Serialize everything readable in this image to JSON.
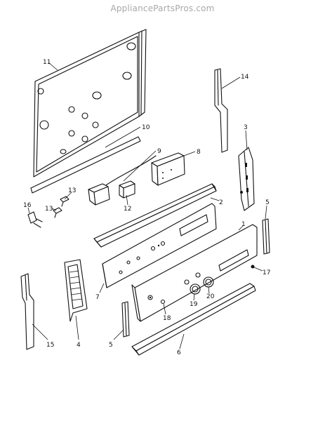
{
  "watermark": "AppliancePartsPros.com",
  "callouts": {
    "p1": "1",
    "p2": "2",
    "p3": "3",
    "p4": "4",
    "p5a": "5",
    "p5b": "5",
    "p6": "6",
    "p7": "7",
    "p8": "8",
    "p9": "9",
    "p10": "10",
    "p11": "11",
    "p12": "12",
    "p13a": "13",
    "p13b": "13",
    "p14": "14",
    "p15": "15",
    "p16": "16",
    "p17": "17",
    "p18": "18",
    "p19": "19",
    "p20": "20"
  }
}
